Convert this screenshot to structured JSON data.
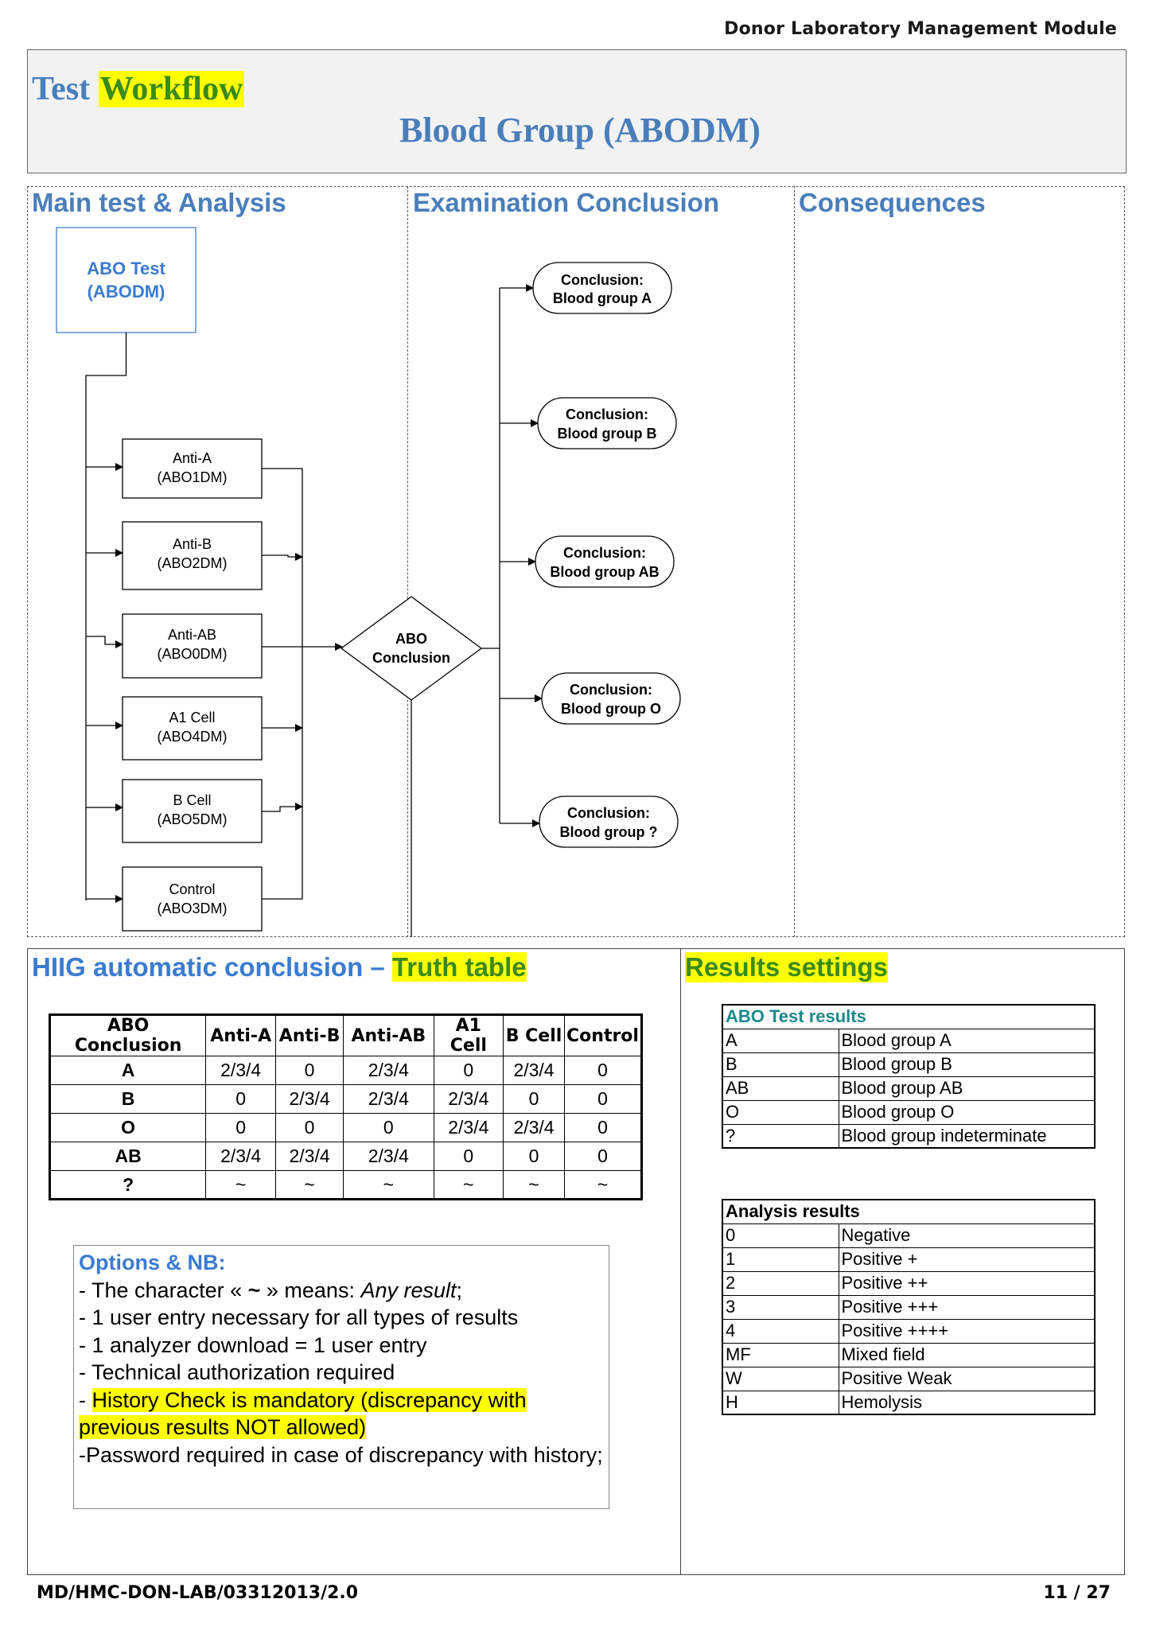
{
  "header": {
    "module": "Donor Laboratory Management Module",
    "title_prefix": "Test",
    "title_highlight": "Workflow",
    "subtitle": "Blood Group (ABODM)"
  },
  "workflow": {
    "col1_title": "Main test & Analysis",
    "col2_title": "Examination Conclusion",
    "col3_title": "Consequences",
    "main_test": {
      "line1": "ABO Test",
      "line2": "(ABODM)"
    },
    "analyses": [
      {
        "line1": "Anti-A",
        "line2": "(ABO1DM)"
      },
      {
        "line1": "Anti-B",
        "line2": "(ABO2DM)"
      },
      {
        "line1": "Anti-AB",
        "line2": "(ABO0DM)"
      },
      {
        "line1": "A1 Cell",
        "line2": "(ABO4DM)"
      },
      {
        "line1": "B Cell",
        "line2": "(ABO5DM)"
      },
      {
        "line1": "Control",
        "line2": "(ABO3DM)"
      }
    ],
    "decision": {
      "line1": "ABO",
      "line2": "Conclusion"
    },
    "conclusions": [
      {
        "line1": "Conclusion:",
        "line2": "Blood group A"
      },
      {
        "line1": "Conclusion:",
        "line2": "Blood group B"
      },
      {
        "line1": "Conclusion:",
        "line2": "Blood group AB"
      },
      {
        "line1": "Conclusion:",
        "line2": "Blood group O"
      },
      {
        "line1": "Conclusion:",
        "line2": "Blood group ?"
      }
    ]
  },
  "truth": {
    "title_prefix": "HIIG automatic conclusion – ",
    "title_highlight": "Truth table",
    "headers": [
      "ABO Conclusion",
      "Anti-A",
      "Anti-B",
      "Anti-AB",
      "A1 Cell",
      "B Cell",
      "Control"
    ],
    "rows": [
      [
        "A",
        "2/3/4",
        "0",
        "2/3/4",
        "0",
        "2/3/4",
        "0"
      ],
      [
        "B",
        "0",
        "2/3/4",
        "2/3/4",
        "2/3/4",
        "0",
        "0"
      ],
      [
        "O",
        "0",
        "0",
        "0",
        "2/3/4",
        "2/3/4",
        "0"
      ],
      [
        "AB",
        "2/3/4",
        "2/3/4",
        "2/3/4",
        "0",
        "0",
        "0"
      ],
      [
        "?",
        "~",
        "~",
        "~",
        "~",
        "~",
        "~"
      ]
    ]
  },
  "notes": {
    "title": "Options & NB:",
    "line1_a": "- The character « ",
    "line1_b": "~",
    "line1_c": " » means: ",
    "line1_d": "Any result",
    "line1_e": ";",
    "line2": "- 1 user entry necessary for all types of results",
    "line3": "- 1 analyzer download = 1 user entry",
    "line4": "- Technical authorization required",
    "line5_a": "- ",
    "line5_b": "History Check is mandatory (discrepancy with previous results NOT allowed)",
    "line6": "-Password required in case of discrepancy with history;"
  },
  "results": {
    "title": "Results settings",
    "abo_title": "ABO Test results",
    "abo_rows": [
      [
        "A",
        "Blood group A"
      ],
      [
        "B",
        "Blood group B"
      ],
      [
        "AB",
        "Blood group AB"
      ],
      [
        "O",
        "Blood group O"
      ],
      [
        "?",
        "Blood group indeterminate"
      ]
    ],
    "analysis_title": "Analysis results",
    "analysis_rows": [
      [
        "0",
        "Negative"
      ],
      [
        "1",
        "Positive +"
      ],
      [
        "2",
        "Positive ++"
      ],
      [
        "3",
        "Positive +++"
      ],
      [
        "4",
        "Positive ++++"
      ],
      [
        "MF",
        "Mixed field"
      ],
      [
        "W",
        "Positive Weak"
      ],
      [
        "H",
        "Hemolysis"
      ]
    ]
  },
  "footer": {
    "doc_id": "MD/HMC-DON-LAB/03312013/2.0",
    "page": "11 / 27"
  }
}
